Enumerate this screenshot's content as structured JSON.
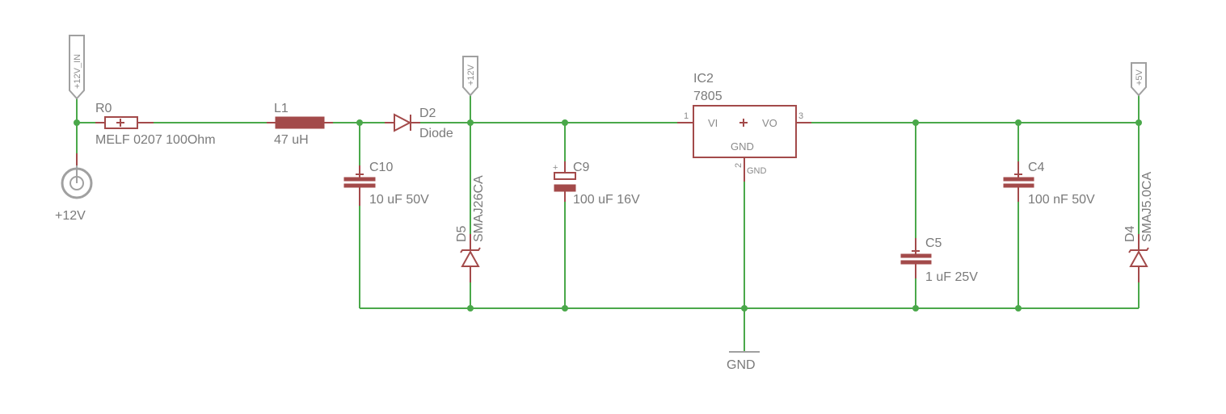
{
  "supply_flags": {
    "in_label": "+12V_IN",
    "mid_label": "+12V",
    "out_label": "+5V"
  },
  "jack": {
    "value": "+12V"
  },
  "r0": {
    "name": "R0",
    "value": "MELF 0207 100Ohm"
  },
  "l1": {
    "name": "L1",
    "value": "47 uH"
  },
  "d2": {
    "name": "D2",
    "value": "Diode"
  },
  "c10": {
    "name": "C10",
    "value": "10 uF 50V"
  },
  "d5": {
    "name": "D5",
    "value": "SMAJ26CA"
  },
  "c9": {
    "name": "C9",
    "value": "100 uF 16V"
  },
  "ic2": {
    "name": "IC2",
    "value": "7805",
    "pin_vi": "VI",
    "pin_vo": "VO",
    "pin_gnd": "GND",
    "pin1": "1",
    "pin2": "2",
    "pin3": "3",
    "net_gnd": "GND"
  },
  "c5": {
    "name": "C5",
    "value": "1 uF 25V"
  },
  "c4": {
    "name": "C4",
    "value": "100 nF 50V"
  },
  "d4": {
    "name": "D4",
    "value": "SMAJ5.0CA"
  },
  "ground": {
    "label": "GND"
  },
  "colors": {
    "wire": "#4aa84a",
    "part": "#a34a4a",
    "text": "#7a7a7a"
  }
}
